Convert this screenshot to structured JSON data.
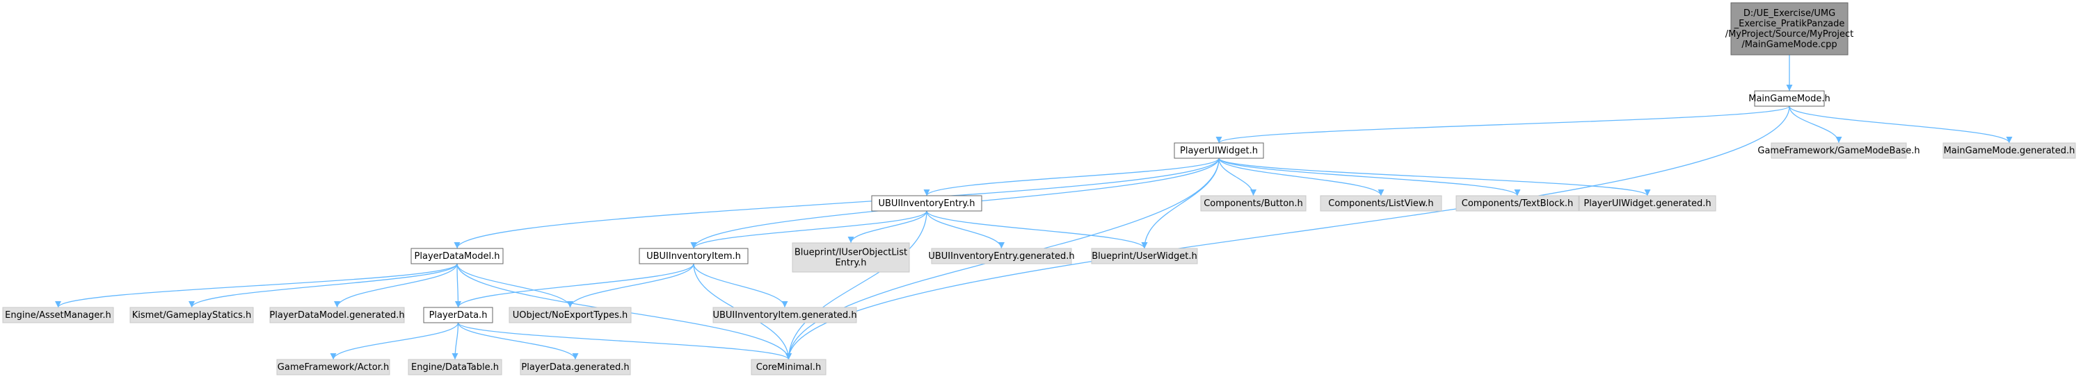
{
  "diagram": {
    "type": "include-dependency-graph",
    "colors": {
      "edge": "#63b8ff",
      "root_fill": "#999999",
      "local_fill": "#ffffff",
      "external_fill": "#e0e0e0"
    },
    "nodes": [
      {
        "id": "root",
        "kind": "root",
        "lines": [
          "D:/UE_Exercise/UMG",
          "_Exercise_PratikPanzade",
          "/MyProject/Source/MyProject",
          "/MainGameMode.cpp"
        ]
      },
      {
        "id": "maingamemode_h",
        "kind": "local",
        "lines": [
          "MainGameMode.h"
        ]
      },
      {
        "id": "playeruiwidget_h",
        "kind": "local",
        "lines": [
          "PlayerUIWidget.h"
        ]
      },
      {
        "id": "gameframework_gamemodebase",
        "kind": "ext",
        "lines": [
          "GameFramework/GameModeBase.h"
        ]
      },
      {
        "id": "maingamemode_generated",
        "kind": "ext",
        "lines": [
          "MainGameMode.generated.h"
        ]
      },
      {
        "id": "ubuiinventoryentry_h",
        "kind": "local",
        "lines": [
          "UBUIInventoryEntry.h"
        ]
      },
      {
        "id": "components_button",
        "kind": "ext",
        "lines": [
          "Components/Button.h"
        ]
      },
      {
        "id": "components_listview",
        "kind": "ext",
        "lines": [
          "Components/ListView.h"
        ]
      },
      {
        "id": "components_textblock",
        "kind": "ext",
        "lines": [
          "Components/TextBlock.h"
        ]
      },
      {
        "id": "playeruiwidget_generated",
        "kind": "ext",
        "lines": [
          "PlayerUIWidget.generated.h"
        ]
      },
      {
        "id": "playerdatamodel_h",
        "kind": "local",
        "lines": [
          "PlayerDataModel.h"
        ]
      },
      {
        "id": "ubuiinventoryitem_h",
        "kind": "local",
        "lines": [
          "UBUIInventoryItem.h"
        ]
      },
      {
        "id": "blueprint_iuserobjectlistentry",
        "kind": "ext",
        "lines": [
          "Blueprint/IUserObjectList",
          "Entry.h"
        ]
      },
      {
        "id": "ubuiinventoryentry_generated",
        "kind": "ext",
        "lines": [
          "UBUIInventoryEntry.generated.h"
        ]
      },
      {
        "id": "blueprint_userwidget",
        "kind": "ext",
        "lines": [
          "Blueprint/UserWidget.h"
        ]
      },
      {
        "id": "engine_assetmanager",
        "kind": "ext",
        "lines": [
          "Engine/AssetManager.h"
        ]
      },
      {
        "id": "kismet_gameplaystatics",
        "kind": "ext",
        "lines": [
          "Kismet/GameplayStatics.h"
        ]
      },
      {
        "id": "playerdatamodel_generated",
        "kind": "ext",
        "lines": [
          "PlayerDataModel.generated.h"
        ]
      },
      {
        "id": "playerdata_h",
        "kind": "local",
        "lines": [
          "PlayerData.h"
        ]
      },
      {
        "id": "uobject_noexporttypes",
        "kind": "ext",
        "lines": [
          "UObject/NoExportTypes.h"
        ]
      },
      {
        "id": "ubuiinventoryitem_generated",
        "kind": "ext",
        "lines": [
          "UBUIInventoryItem.generated.h"
        ]
      },
      {
        "id": "gameframework_actor",
        "kind": "ext",
        "lines": [
          "GameFramework/Actor.h"
        ]
      },
      {
        "id": "engine_datatable",
        "kind": "ext",
        "lines": [
          "Engine/DataTable.h"
        ]
      },
      {
        "id": "playerdata_generated",
        "kind": "ext",
        "lines": [
          "PlayerData.generated.h"
        ]
      },
      {
        "id": "coreminimal",
        "kind": "ext",
        "lines": [
          "CoreMinimal.h"
        ]
      }
    ],
    "edges": [
      [
        "root",
        "maingamemode_h"
      ],
      [
        "maingamemode_h",
        "playeruiwidget_h"
      ],
      [
        "maingamemode_h",
        "gameframework_gamemodebase"
      ],
      [
        "maingamemode_h",
        "maingamemode_generated"
      ],
      [
        "maingamemode_h",
        "coreminimal"
      ],
      [
        "playeruiwidget_h",
        "ubuiinventoryentry_h"
      ],
      [
        "playeruiwidget_h",
        "components_button"
      ],
      [
        "playeruiwidget_h",
        "components_listview"
      ],
      [
        "playeruiwidget_h",
        "components_textblock"
      ],
      [
        "playeruiwidget_h",
        "playeruiwidget_generated"
      ],
      [
        "playeruiwidget_h",
        "playerdatamodel_h"
      ],
      [
        "playeruiwidget_h",
        "ubuiinventoryitem_h"
      ],
      [
        "playeruiwidget_h",
        "blueprint_userwidget"
      ],
      [
        "playeruiwidget_h",
        "coreminimal"
      ],
      [
        "ubuiinventoryentry_h",
        "blueprint_iuserobjectlistentry"
      ],
      [
        "ubuiinventoryentry_h",
        "ubuiinventoryentry_generated"
      ],
      [
        "ubuiinventoryentry_h",
        "blueprint_userwidget"
      ],
      [
        "ubuiinventoryentry_h",
        "ubuiinventoryitem_h"
      ],
      [
        "ubuiinventoryentry_h",
        "coreminimal"
      ],
      [
        "playerdatamodel_h",
        "engine_assetmanager"
      ],
      [
        "playerdatamodel_h",
        "kismet_gameplaystatics"
      ],
      [
        "playerdatamodel_h",
        "playerdatamodel_generated"
      ],
      [
        "playerdatamodel_h",
        "playerdata_h"
      ],
      [
        "playerdatamodel_h",
        "uobject_noexporttypes"
      ],
      [
        "playerdatamodel_h",
        "coreminimal"
      ],
      [
        "ubuiinventoryitem_h",
        "uobject_noexporttypes"
      ],
      [
        "ubuiinventoryitem_h",
        "ubuiinventoryitem_generated"
      ],
      [
        "ubuiinventoryitem_h",
        "playerdata_h"
      ],
      [
        "ubuiinventoryitem_h",
        "coreminimal"
      ],
      [
        "playerdata_h",
        "gameframework_actor"
      ],
      [
        "playerdata_h",
        "engine_datatable"
      ],
      [
        "playerdata_h",
        "playerdata_generated"
      ],
      [
        "playerdata_h",
        "coreminimal"
      ]
    ]
  }
}
